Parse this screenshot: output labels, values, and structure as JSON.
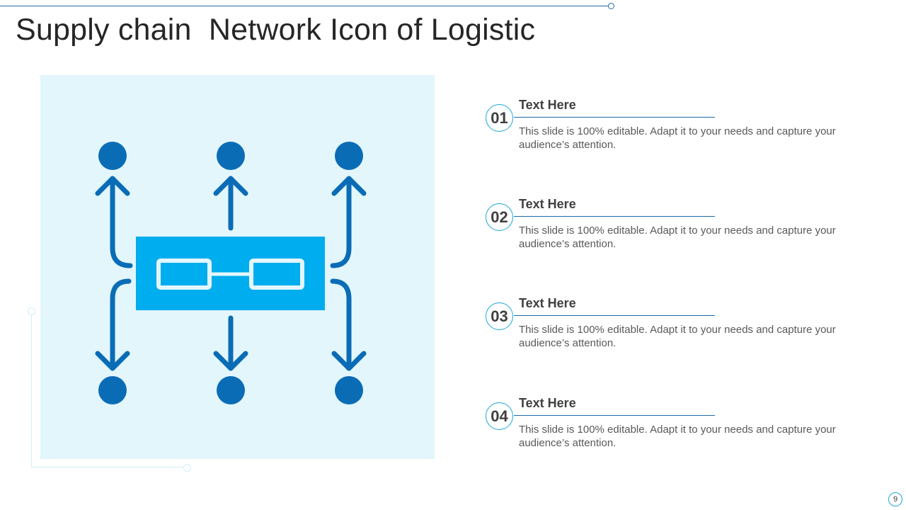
{
  "title": "Supply chain  Network Icon of Logistic",
  "items": [
    {
      "number": "01",
      "heading": "Text Here",
      "text": "This slide is 100% editable. Adapt it to your  needs and capture your audience’s attention."
    },
    {
      "number": "02",
      "heading": "Text Here",
      "text": "This slide is 100% editable. Adapt it to your  needs and capture your audience’s attention."
    },
    {
      "number": "03",
      "heading": "Text Here",
      "text": "This slide is 100% editable. Adapt it to your  needs and capture your audience’s attention."
    },
    {
      "number": "04",
      "heading": "Text Here",
      "text": "This slide is 100% editable. Adapt it to your  needs and capture your audience’s attention."
    }
  ],
  "page_number": "9",
  "icon": "supply-chain-network-icon",
  "colors": {
    "dark_blue": "#0b6cb6",
    "accent_blue": "#00adee",
    "panel_background": "#e2f6fc",
    "line_blue": "#1e6ba8",
    "circle_border": "#1ba8d6"
  }
}
